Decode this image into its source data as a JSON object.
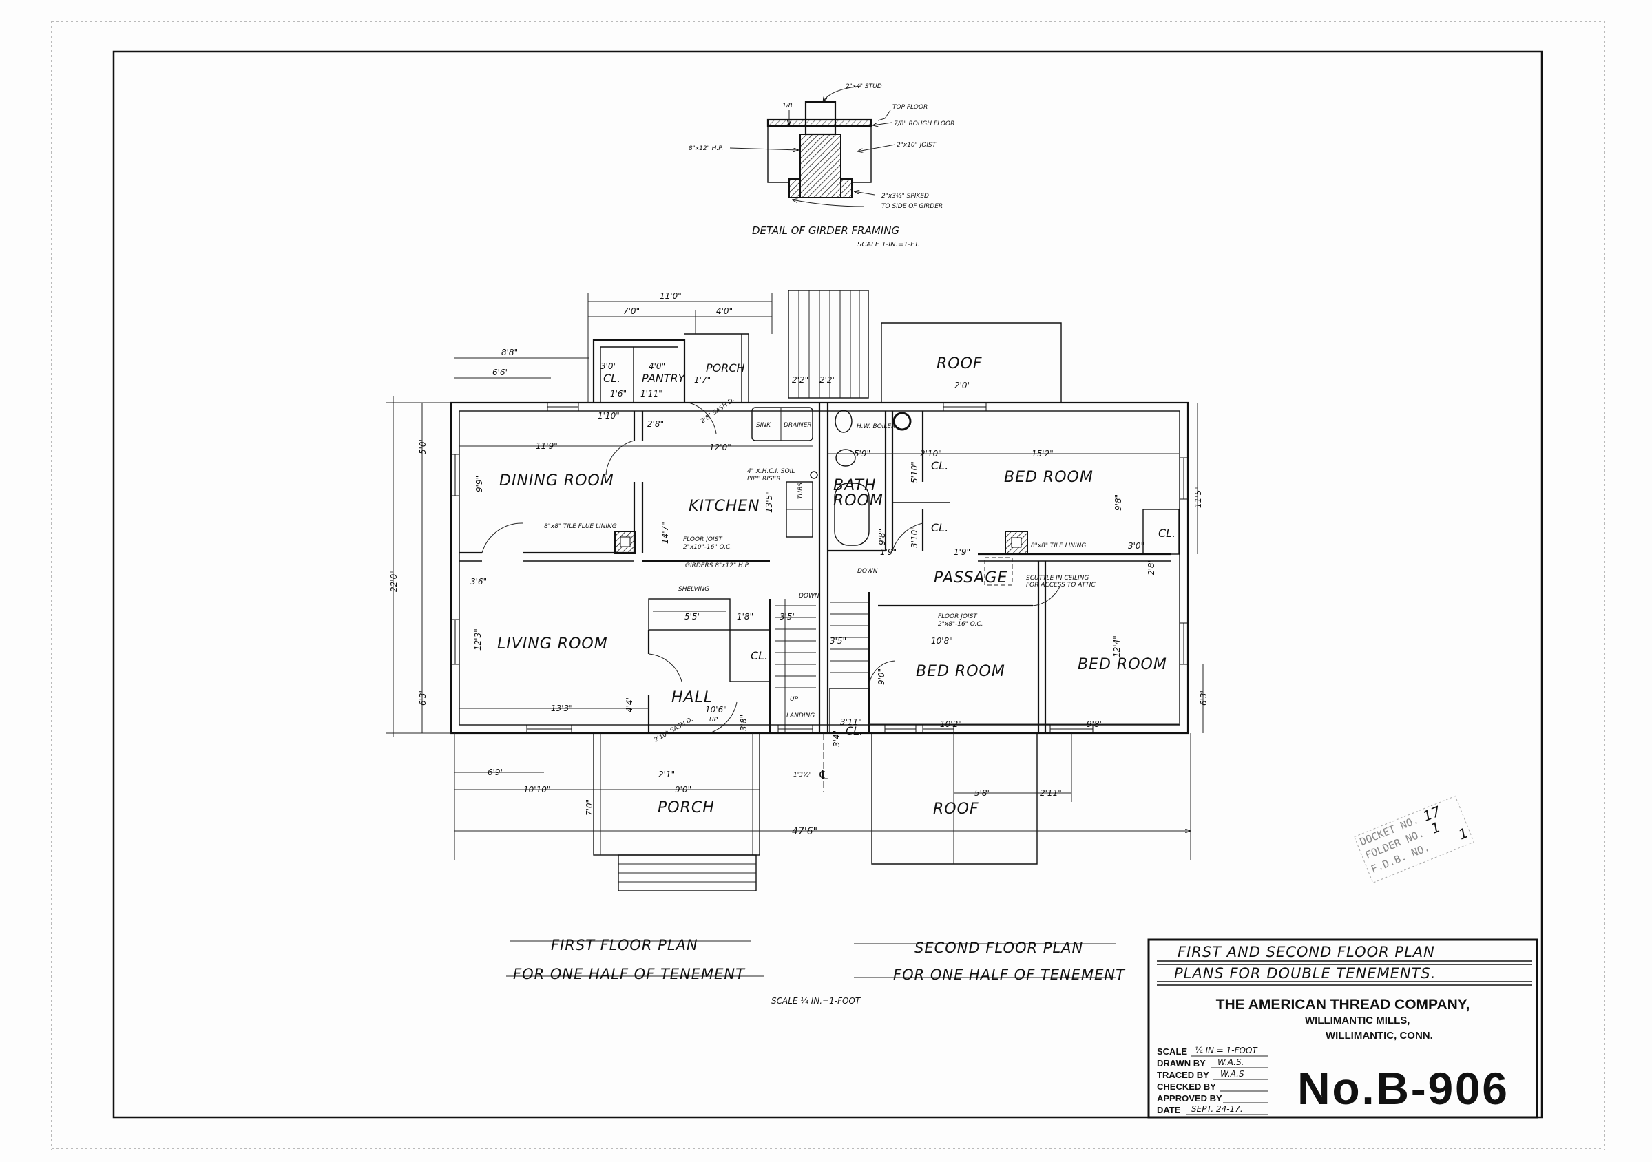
{
  "girder_detail": {
    "title": "DETAIL OF GIRDER FRAMING",
    "scale": "SCALE 1-IN.=1-FT.",
    "labels": [
      "2\"x4\" STUD",
      "TOP FLOOR",
      "7/8\" ROUGH FLOOR",
      "8\"x12\" H.P.",
      "2\"x10\" JOIST",
      "2\"x3½\" SPIKED",
      "TO SIDE OF GIRDER",
      "1/8"
    ]
  },
  "rooms": {
    "dining_room": "DINING ROOM",
    "kitchen": "KITCHEN",
    "living_room": "LIVING ROOM",
    "hall": "HALL",
    "pantry": "PANTRY",
    "closet": "CL.",
    "rear_porch": "PORCH",
    "front_porch": "PORCH",
    "bath_room_1": "BATH",
    "bath_room_2": "ROOM",
    "bed_room": "BED ROOM",
    "passage": "PASSAGE",
    "roof": "ROOF",
    "landing": "LANDING",
    "up": "UP",
    "down": "DOWN"
  },
  "fixtures": {
    "sink": "SINK",
    "drainer": "DRAINER",
    "tubs": "TUBS",
    "boiler": "H.W. BOILER",
    "soil_pipe_1": "4\" X.H.C.I. SOIL",
    "soil_pipe_2": "PIPE RISER",
    "tile_flue": "8\"x8\" TILE FLUE LINING",
    "tile_lining": "8\"x8\" TILE LINING",
    "floor_joist_1a": "FLOOR JOIST",
    "floor_joist_1b": "2\"x10\"-16\" O.C.",
    "girders": "GIRDERS 8\"x12\" H.P.",
    "shelving": "SHELVING",
    "floor_joist_2a": "FLOOR JOIST",
    "floor_joist_2b": "2\"x8\"-16\" O.C.",
    "scuttle_1": "SCUTTLE IN CEILING",
    "scuttle_2": "FOR ACCESS TO ATTIC",
    "sash_door_1": "2'8\" SASH D.",
    "sash_door_2": "2'10\" SASH D.",
    "centerline": "℄"
  },
  "dims": [
    "11'0\"",
    "7'0\"",
    "4'0\"",
    "8'8\"",
    "6'6\"",
    "3'0\"",
    "4'0\"",
    "1'7\"",
    "1'6\"",
    "1'11\"",
    "1'10\"",
    "2'8\"",
    "11'9\"",
    "12'0\"",
    "9'9\"",
    "14'7\"",
    "13'5\"",
    "3'6\"",
    "2'2\"",
    "2'2\"",
    "5'9\"",
    "2'10\"",
    "15'2\"",
    "2'0\"",
    "9'8\"",
    "9'8\"",
    "5'10\"",
    "3'10\"",
    "3'0\"",
    "5'5\"",
    "1'8\"",
    "3'5\"",
    "12'3\"",
    "4'4\"",
    "13'3\"",
    "10'6\"",
    "3'8\"",
    "6'9\"",
    "10'10\"",
    "2'1\"",
    "9'0\"",
    "7'0\"",
    "47'6\"",
    "1'3½\"",
    "10'8\"",
    "3'5\"",
    "9'0\"",
    "3'11\"",
    "3'4\"",
    "10'2\"",
    "9'8\"",
    "12'4\"",
    "6'3\"",
    "5'8\"",
    "2'11\"",
    "22'0\"",
    "5'0\"",
    "6'3\"",
    "11'5\"",
    "1'9\"",
    "1'9\"",
    "2'8\""
  ],
  "plan_titles": {
    "first_1": "FIRST FLOOR PLAN",
    "first_2": "FOR ONE HALF OF TENEMENT",
    "second_1": "SECOND FLOOR PLAN",
    "second_2": "FOR ONE HALF OF TENEMENT",
    "scale": "SCALE ¼ IN.=1-FOOT"
  },
  "title_block": {
    "title_1": "FIRST AND SECOND FLOOR PLAN",
    "title_2": "PLANS FOR DOUBLE TENEMENTS.",
    "company": "THE AMERICAN THREAD COMPANY,",
    "mills": "WILLIMANTIC MILLS,",
    "location": "WILLIMANTIC, CONN.",
    "scale_label": "SCALE",
    "scale_value": "¼ IN.= 1-FOOT",
    "drawn_label": "DRAWN BY",
    "drawn_value": "W.A.S.",
    "traced_label": "TRACED BY",
    "traced_value": "W.A.S",
    "checked_label": "CHECKED BY",
    "checked_value": "",
    "approved_label": "APPROVED BY",
    "approved_value": "",
    "date_label": "DATE",
    "date_value": "SEPT. 24-17.",
    "drawing_number": "No.B-906"
  },
  "stamp": {
    "docket": "DOCKET NO.",
    "docket_value": "17",
    "folder": "FOLDER NO.",
    "folder_value": "1",
    "file": "F.D.B.     NO.",
    "file_value": "1"
  }
}
